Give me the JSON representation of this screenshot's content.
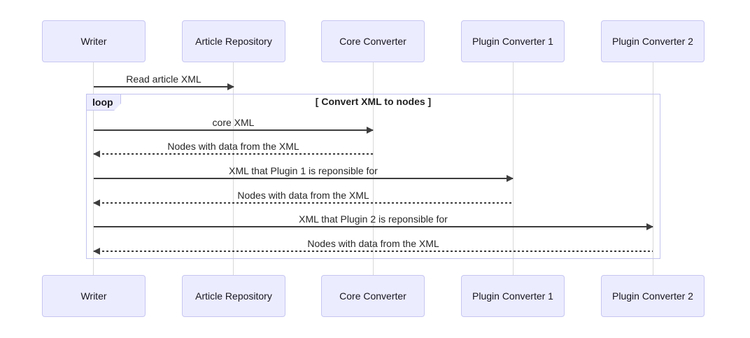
{
  "diagram": {
    "kind": "sequence-diagram"
  },
  "actors": [
    {
      "name": "Writer"
    },
    {
      "name": "Article Repository"
    },
    {
      "name": "Core Converter"
    },
    {
      "name": "Plugin Converter 1"
    },
    {
      "name": "Plugin Converter 2"
    }
  ],
  "loop": {
    "label": "loop",
    "title": "[ Convert XML to nodes ]"
  },
  "messages": [
    {
      "from": "Writer",
      "to": "Article Repository",
      "label": "Read article XML",
      "line": "solid",
      "direction": "right"
    },
    {
      "from": "Writer",
      "to": "Core Converter",
      "label": "core XML",
      "line": "solid",
      "direction": "right"
    },
    {
      "from": "Core Converter",
      "to": "Writer",
      "label": "Nodes with data from the XML",
      "line": "dashed",
      "direction": "left"
    },
    {
      "from": "Writer",
      "to": "Plugin Converter 1",
      "label": "XML that Plugin 1 is reponsible for",
      "line": "solid",
      "direction": "right"
    },
    {
      "from": "Plugin Converter 1",
      "to": "Writer",
      "label": "Nodes with data from the XML",
      "line": "dashed",
      "direction": "left"
    },
    {
      "from": "Writer",
      "to": "Plugin Converter 2",
      "label": "XML that Plugin 2 is reponsible for",
      "line": "solid",
      "direction": "right"
    },
    {
      "from": "Plugin Converter 2",
      "to": "Writer",
      "label": "Nodes with data from the XML",
      "line": "dashed",
      "direction": "left"
    }
  ],
  "colors": {
    "actor_fill": "#ECECFF",
    "actor_border": "#C6C6F2",
    "loop_border": "#C2C2EF",
    "line": "#3D3D3D",
    "lifeline": "#D8D8D8",
    "text": "#1F1F2E",
    "background": "#FFFFFF"
  }
}
